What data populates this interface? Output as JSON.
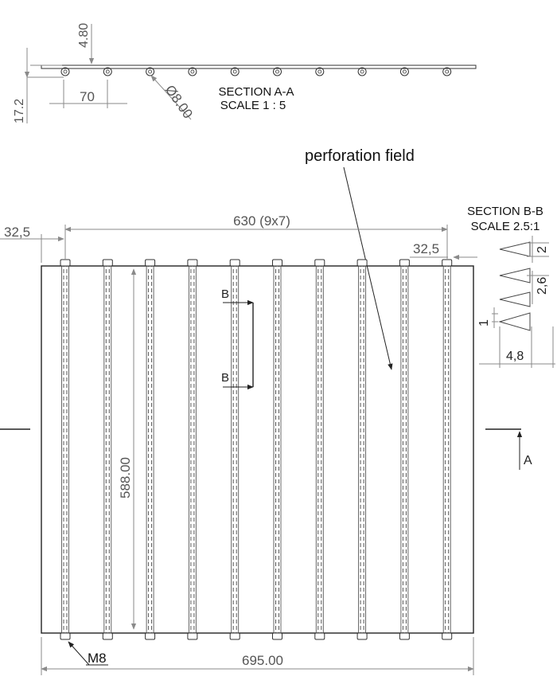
{
  "section_aa": {
    "title": "SECTION A-A",
    "scale": "SCALE 1 : 5",
    "dim_thickness": "4.80",
    "dim_height": "17.2",
    "dim_spacing": "70",
    "dim_diameter": "Ø8.00"
  },
  "section_bb": {
    "title": "SECTION B-B",
    "scale": "SCALE 2.5:1",
    "dim_top": "2",
    "dim_pitch": "2,6",
    "dim_gap": "1",
    "dim_width": "4,8"
  },
  "plan": {
    "note": "perforation field",
    "dim_left_offset": "32,5",
    "dim_rib_span": "630 (9x7)",
    "dim_right_offset": "32,5",
    "dim_height": "588.00",
    "dim_width": "695.00",
    "thread": "M8",
    "cut_label_1": "B",
    "cut_label_2": "B",
    "view_label": "A"
  }
}
